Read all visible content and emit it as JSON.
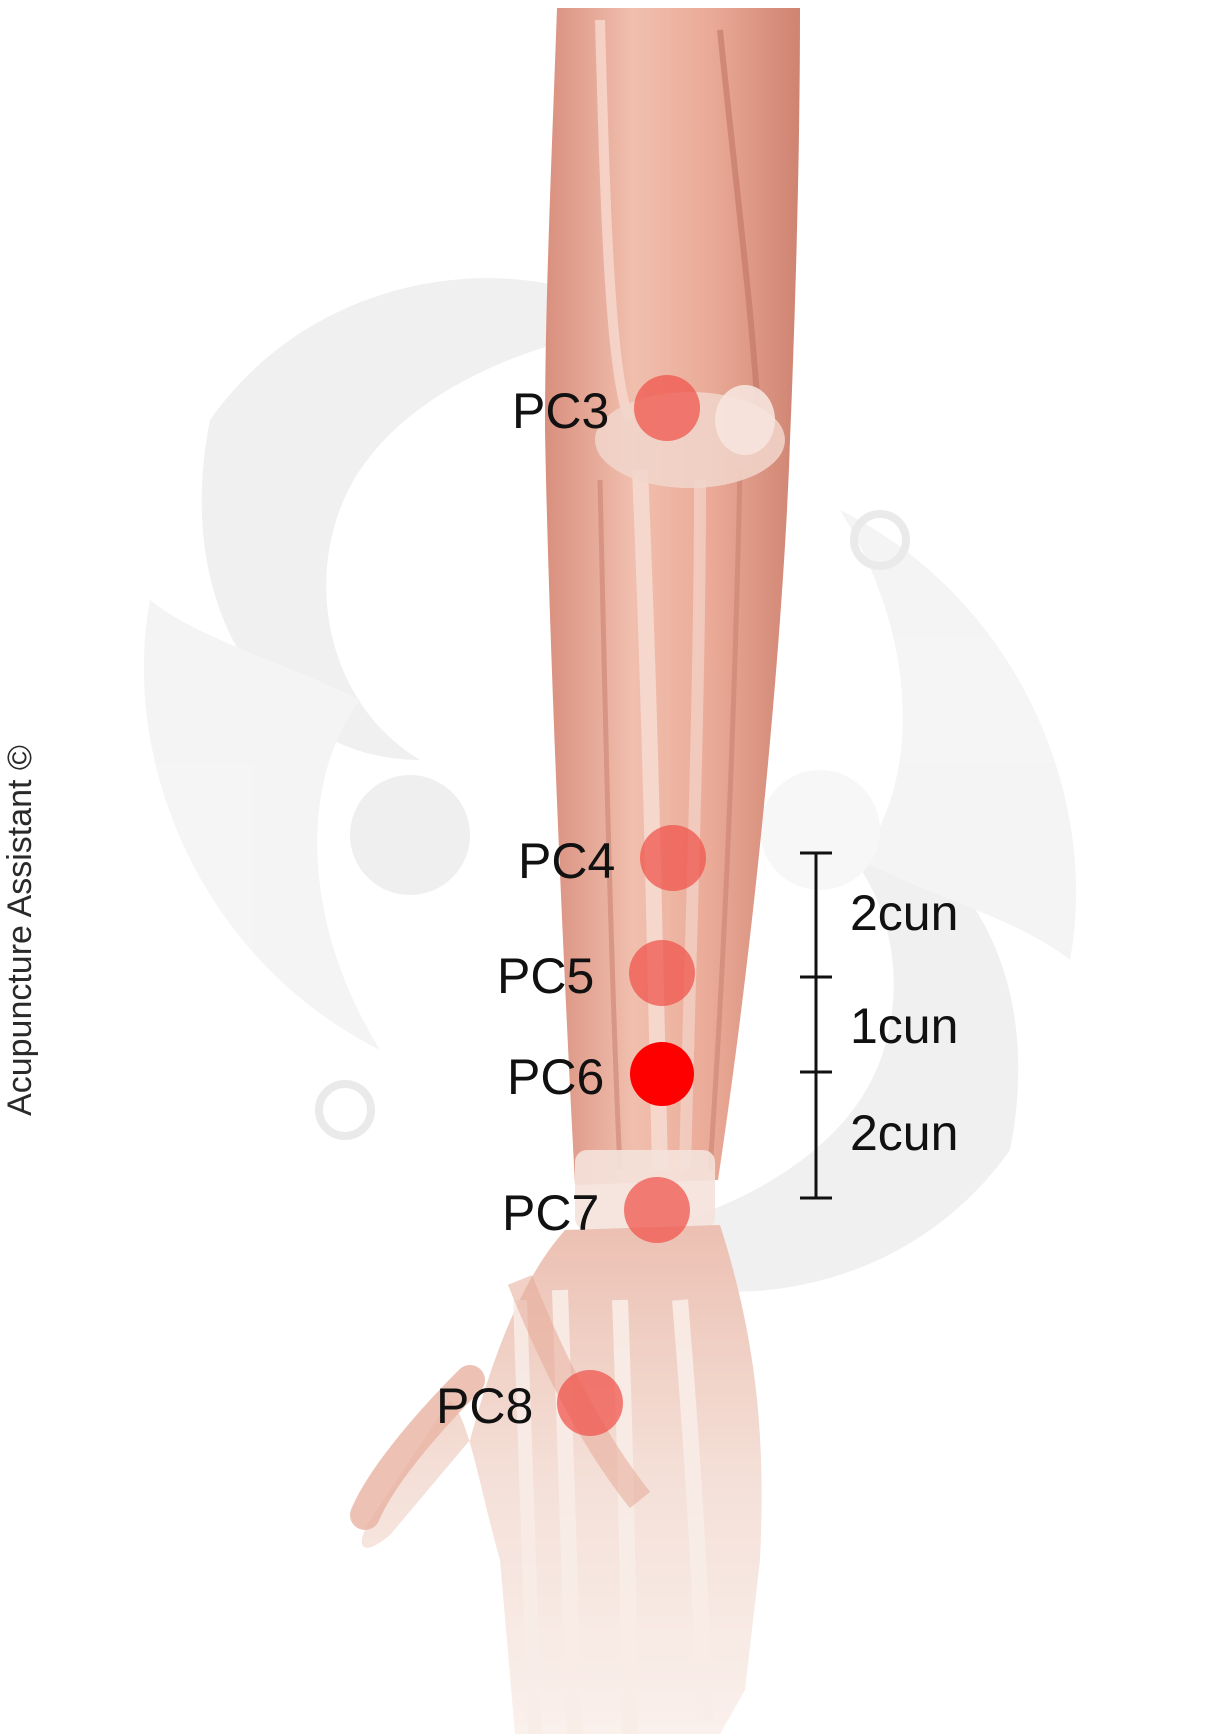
{
  "watermark": "Acupuncture Assistant ©",
  "points": [
    {
      "id": "PC3",
      "label": "PC3",
      "emphasis": false
    },
    {
      "id": "PC4",
      "label": "PC4",
      "emphasis": false
    },
    {
      "id": "PC5",
      "label": "PC5",
      "emphasis": false
    },
    {
      "id": "PC6",
      "label": "PC6",
      "emphasis": true
    },
    {
      "id": "PC7",
      "label": "PC7",
      "emphasis": false
    },
    {
      "id": "PC8",
      "label": "PC8",
      "emphasis": false
    }
  ],
  "measurements": [
    {
      "label": "2cun"
    },
    {
      "label": "1cun"
    },
    {
      "label": "2cun"
    }
  ],
  "colors": {
    "point": "#f0524a",
    "point_emphasis": "#ff0000",
    "muscle": "#e8a898",
    "muscle_dark": "#c97a6a",
    "bone": "#f4e2da",
    "background_art": "#e6e6e6"
  }
}
